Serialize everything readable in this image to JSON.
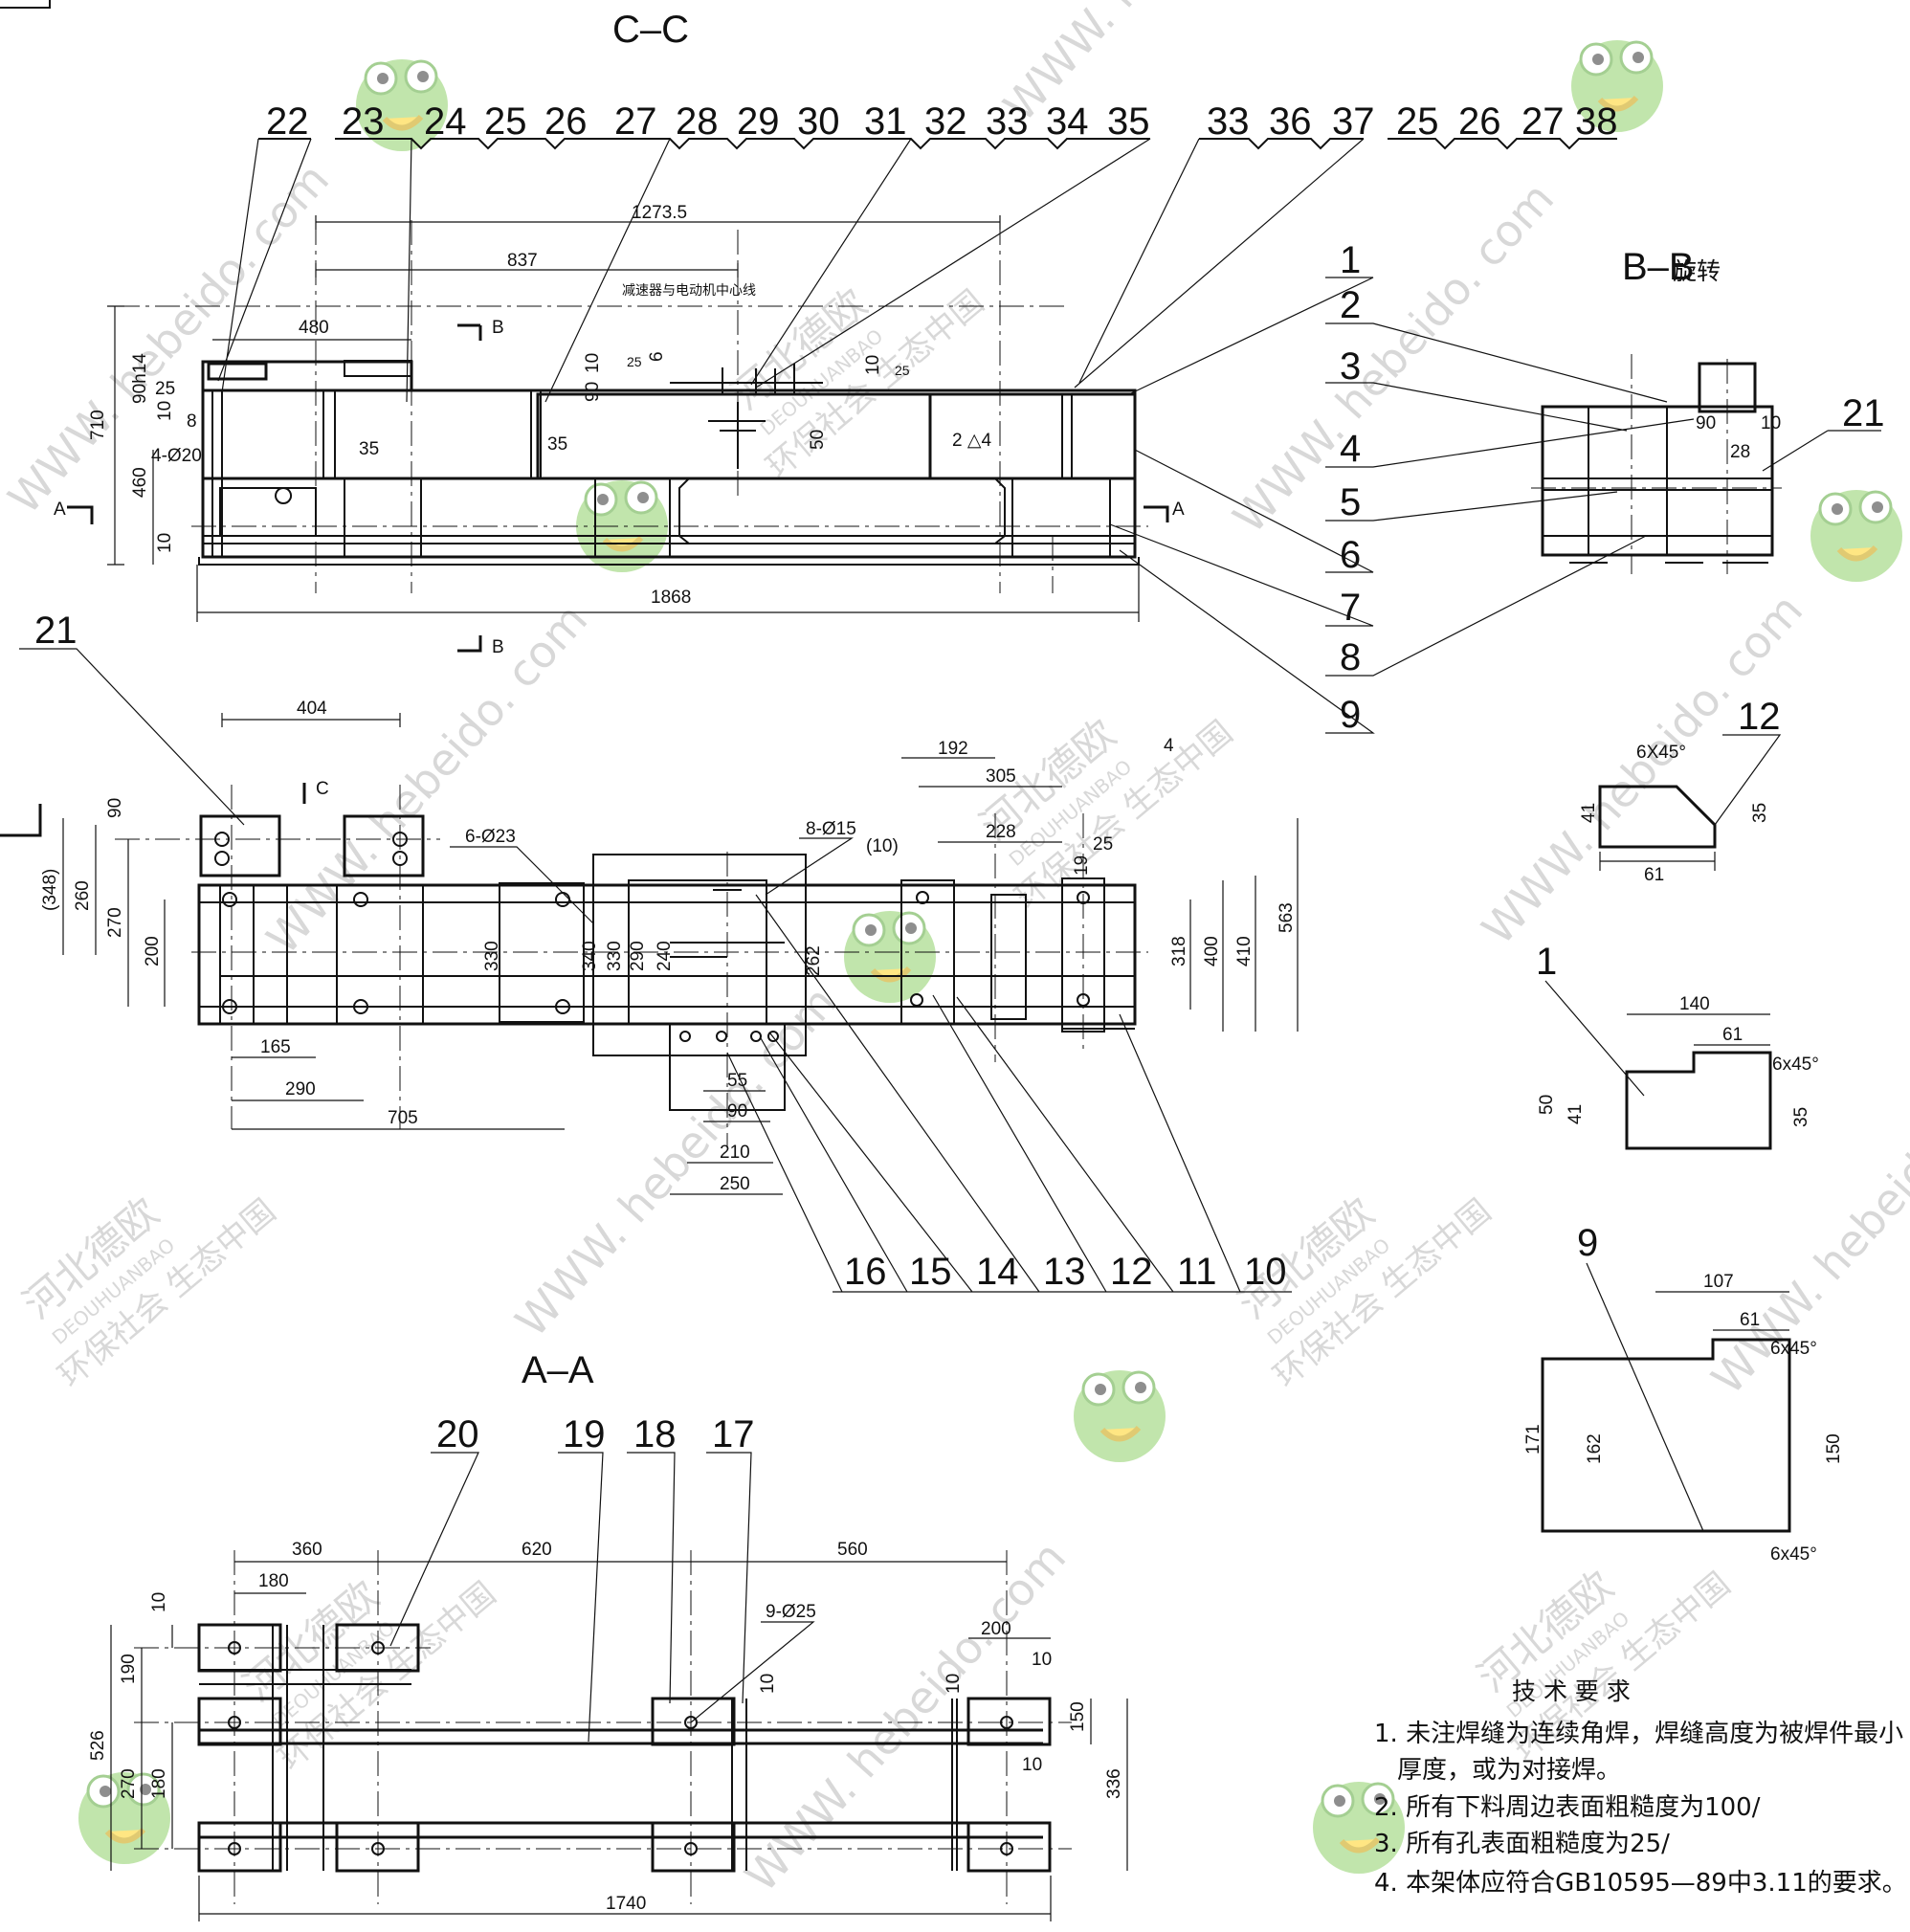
{
  "views": {
    "cc": "C–C",
    "bb_title": "B–B",
    "bb_rotate": "旋转",
    "aa": "A–A"
  },
  "cc_callouts": [
    "22",
    "23",
    "24",
    "25",
    "26",
    "27",
    "28",
    "29",
    "30",
    "31",
    "32",
    "33",
    "34",
    "35",
    "33",
    "36",
    "37",
    "25",
    "26",
    "27",
    "38"
  ],
  "right_callouts": [
    "1",
    "2",
    "3",
    "4",
    "5",
    "6",
    "7",
    "8",
    "9"
  ],
  "bottom_callouts": [
    "16",
    "15",
    "14",
    "13",
    "12",
    "11",
    "10"
  ],
  "aa_callouts": [
    "20",
    "19",
    "18",
    "17"
  ],
  "misc_callouts": {
    "left21": "21",
    "bb21": "21",
    "d12": "12",
    "d1": "1",
    "d9": "9"
  },
  "cc_dims": {
    "d1273": "1273.5",
    "d837": "837",
    "d480": "480",
    "d710": "710",
    "d460": "460",
    "d90h14": "90h14",
    "d25": "25",
    "d10a": "10",
    "d8": "8",
    "d4phi20": "4-Ø20",
    "d35a": "35",
    "d35b": "35",
    "d90b": "90",
    "d10c": "10",
    "d6": "6",
    "d25b": "25",
    "d10d": "10",
    "d25c": "25",
    "d50": "50",
    "d10e": "10",
    "d1868": "1868",
    "weld": "2  △4",
    "center_note": "减速器与电动机中心线"
  },
  "bb_dims": {
    "d90": "90",
    "d10": "10",
    "d28": "28"
  },
  "top_dims": {
    "d404": "404",
    "d90": "90",
    "d348": "(348)",
    "d260": "260",
    "d270": "270",
    "d200": "200",
    "d165": "165",
    "d290": "290",
    "d705": "705",
    "d6phi23": "6-Ø23",
    "d8phi15": "8-Ø15",
    "d10p": "(10)",
    "d330a": "330",
    "d340": "340",
    "d330b": "330",
    "d290b": "290",
    "d240": "240",
    "d55": "55",
    "d90b": "90",
    "d210": "210",
    "d250": "250",
    "d192": "192",
    "d305": "305",
    "d228": "228",
    "d25": "25",
    "d19": "19",
    "d4": "4",
    "d262": "262",
    "d318": "318",
    "d400": "400",
    "d410": "410",
    "d563": "563"
  },
  "section_marks": {
    "A": "A",
    "B": "B",
    "C": "C"
  },
  "aa_dims": {
    "d360": "360",
    "d180": "180",
    "d620": "620",
    "d560": "560",
    "d9phi25": "9-Ø25",
    "d200": "200",
    "d10a": "10",
    "d190": "190",
    "d526": "526",
    "d270": "270",
    "d180b": "180",
    "d10b": "10",
    "d10c": "10",
    "d10d": "10",
    "d150": "150",
    "d10e": "10",
    "d336": "336",
    "d1740": "1740"
  },
  "detail12": {
    "chamfer": "6X45°",
    "d41": "41",
    "d35": "35",
    "d61": "61"
  },
  "detail1": {
    "d140": "140",
    "d61": "61",
    "chamfer": "6x45°",
    "d50": "50",
    "d41": "41",
    "d35": "35"
  },
  "detail9": {
    "d107": "107",
    "d61": "61",
    "chamfer": "6x45°",
    "d171": "171",
    "d162": "162",
    "d150": "150",
    "chamfer2": "6x45°"
  },
  "notes": {
    "title": "技 术 要 求",
    "lines": [
      "1. 未注焊缝为连续角焊，焊缝高度为被焊件最小",
      "厚度，或为对接焊。",
      "2. 所有下料周边表面粗糙度为100∕",
      "3. 所有孔表面粗糙度为25∕",
      "4. 本架体应符合GB10595—89中3.11的要求。"
    ]
  },
  "watermarks": {
    "url": "WWW. hebeido. com",
    "brand": "河北德欧",
    "latin": "DEOUHUANBAO",
    "tagline": "环保社会  生态中国"
  }
}
